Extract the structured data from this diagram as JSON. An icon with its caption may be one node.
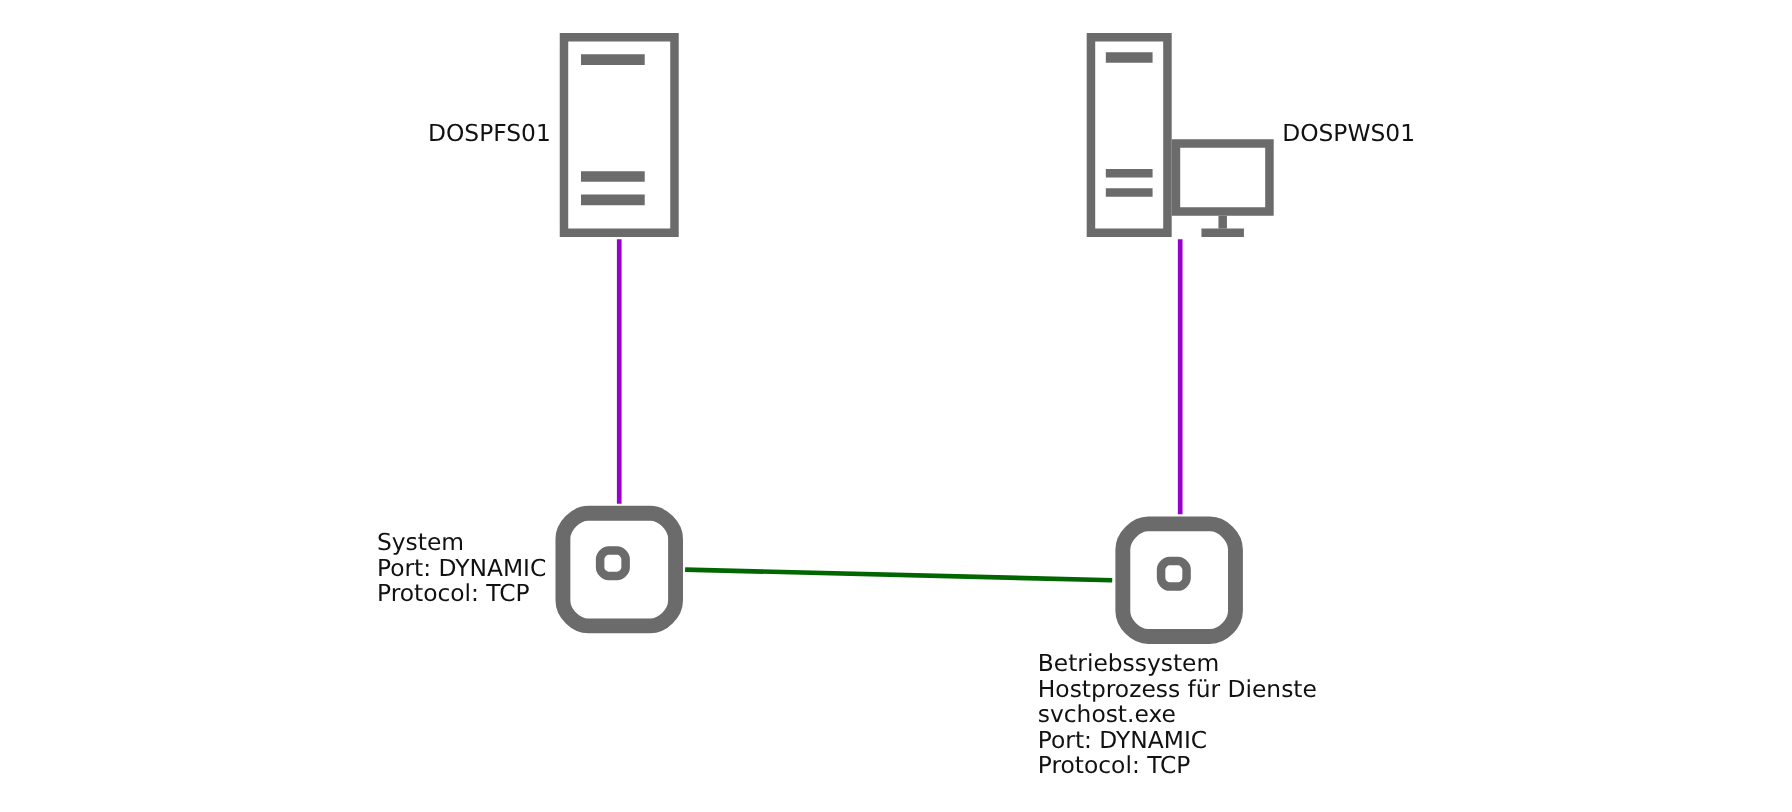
{
  "diagram": {
    "nodes": [
      {
        "text": [],
        "shape": "picture",
        "beside": [
          "DOSPFS01"
        ]
      },
      {
        "text": [],
        "shape": "picture",
        "beside": [
          "DOSPWS01"
        ]
      },
      {
        "text": [],
        "shape": "picture",
        "beside": [
          "System",
          "Port: DYNAMIC",
          "Protocol: TCP"
        ]
      },
      {
        "text": [],
        "shape": "picture",
        "beside": [
          "Betriebssystem",
          "Hostprozess für Dienste",
          "svchost.exe",
          "Port: DYNAMIC",
          "Protocol: TCP"
        ]
      }
    ],
    "edges": [
      {
        "from": 0,
        "to": 2,
        "arrow": "none"
      },
      {
        "from": 1,
        "to": 3,
        "arrow": "none"
      },
      {
        "from": 2,
        "to": 3,
        "arrow": "none",
        "color": "#006600"
      }
    ]
  }
}
